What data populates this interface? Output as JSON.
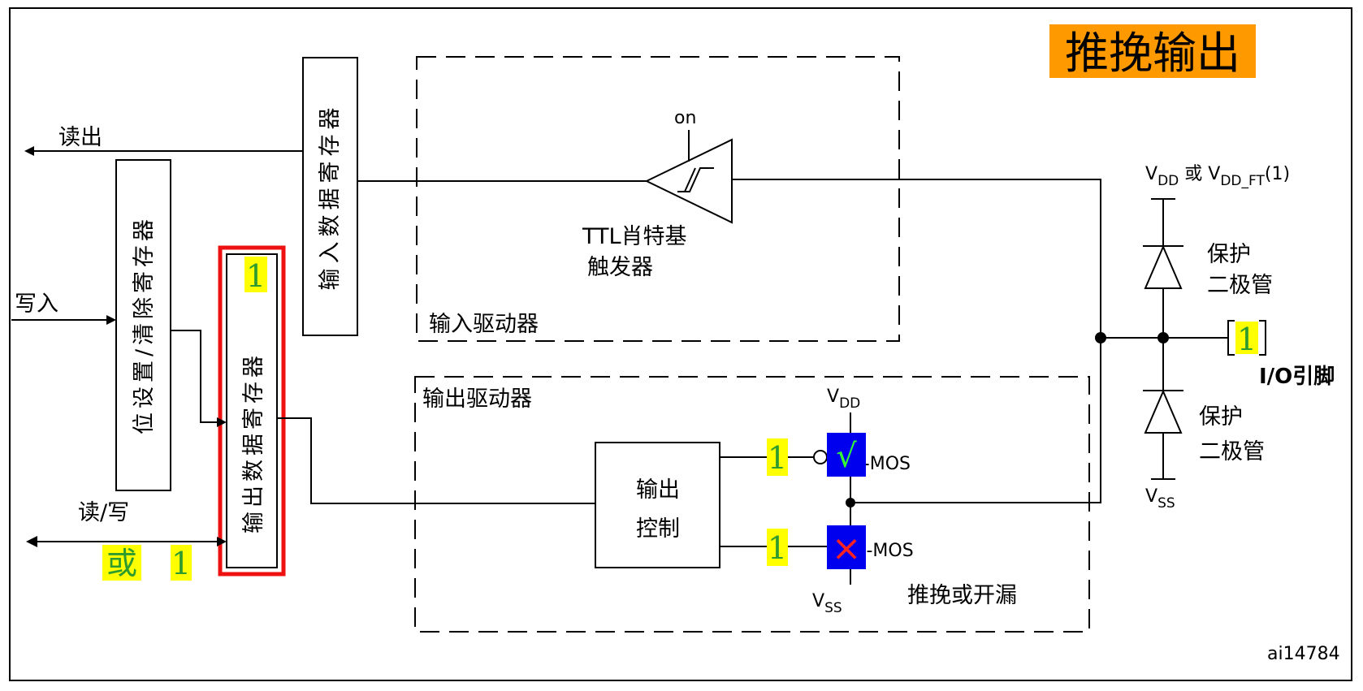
{
  "title": "推挽输出",
  "read_out": "读出",
  "write_in": "写入",
  "read_write": "读/写",
  "or_label": "或",
  "value_one": "1",
  "bit_set_reset_register": "位设置/清除寄存器",
  "output_data_register": "输出数据寄存器",
  "input_data_register": "输入数据寄存器",
  "input_driver": "输入驱动器",
  "output_driver": "输出驱动器",
  "on_label": "on",
  "ttl_schmitt_line1": "TTL肖特基",
  "ttl_schmitt_line2": "触发器",
  "output_control_line1": "输出",
  "output_control_line2": "控制",
  "vdd": {
    "main": "V",
    "sub": "DD"
  },
  "vss": {
    "main": "V",
    "sub": "SS"
  },
  "vdd_or_vddft": {
    "v1": "V",
    "s1": "DD",
    "mid": " 或 ",
    "v2": "V",
    "s2": "DD_FT",
    "tail": "(1)"
  },
  "pmos": "P-MOS",
  "nmos": "N-MOS",
  "check_mark": "√",
  "cross_mark": "×",
  "push_pull_or_open_drain": "推挽或开漏",
  "protection_diode_line1": "保护",
  "protection_diode_line2": "二极管",
  "io_pin": "I/O引脚",
  "figure_id": "ai14784",
  "colors": {
    "title_bg": "#ff9900",
    "highlight": "#ffff00",
    "highlight_text": "#2e9b2e",
    "emphasis_box": "#ee1111",
    "mos_box": "#0000ee",
    "check": "#33ff33",
    "cross": "#ff2222"
  }
}
